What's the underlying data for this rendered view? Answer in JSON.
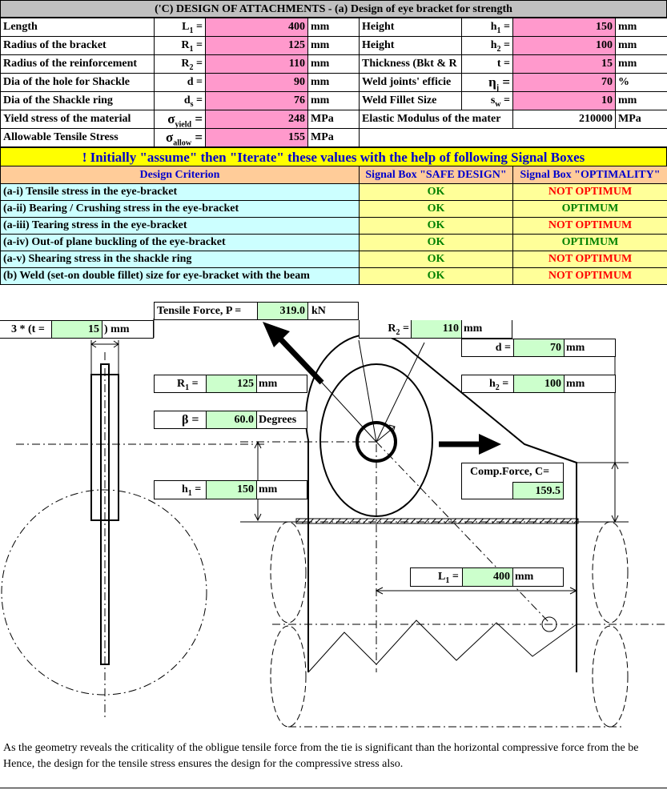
{
  "title": "('C) DESIGN OF ATTACHMENTS -   (a)  Design of eye bracket for strength",
  "inputs_left": [
    {
      "label": "Length",
      "sym": "L",
      "sub": "1",
      "eq": "=",
      "value": "400",
      "unit": "mm"
    },
    {
      "label": "Radius of the bracket",
      "sym": "R",
      "sub": "1",
      "eq": "=",
      "value": "125",
      "unit": "mm"
    },
    {
      "label": "Radius of the reinforcement",
      "sym": "R",
      "sub": "2",
      "eq": "=",
      "value": "110",
      "unit": "mm"
    },
    {
      "label": "Dia of the hole for Shackle",
      "sym": "d",
      "sub": "",
      "eq": "=",
      "value": "90",
      "unit": "mm"
    },
    {
      "label": "Dia of the Shackle ring",
      "sym": "d",
      "sub": "s",
      "eq": "=",
      "value": "76",
      "unit": "mm"
    },
    {
      "label": "Yield stress of the material",
      "sym": "σ",
      "sub": "yield",
      "eq": "=",
      "value": "248",
      "unit": "MPa"
    },
    {
      "label": "Allowable Tensile Stress",
      "sym": "σ",
      "sub": "allow",
      "eq": "=",
      "value": "155",
      "unit": "MPa"
    }
  ],
  "inputs_right": [
    {
      "label": "Height",
      "sym": "h",
      "sub": "1",
      "eq": "=",
      "value": "150",
      "unit": "mm"
    },
    {
      "label": "Height",
      "sym": "h",
      "sub": "2",
      "eq": "=",
      "value": "100",
      "unit": "mm"
    },
    {
      "label": "Thickness (Bkt & R",
      "sym": "t",
      "sub": "",
      "eq": "=",
      "value": "15",
      "unit": "mm"
    },
    {
      "label": "Weld joints' efficie",
      "sym": "η",
      "sub": "j",
      "eq": "=",
      "value": "70",
      "unit": "%"
    },
    {
      "label": "Weld Fillet Size",
      "sym": "s",
      "sub": "w",
      "eq": "=",
      "value": "10",
      "unit": "mm"
    },
    {
      "label": "Elastic Modulus of the mater",
      "sym": "",
      "sub": "",
      "eq": "",
      "value": "210000",
      "unit": "MPa"
    }
  ],
  "banner": "! Initially \"assume\" then \"Iterate\" these values with the help of following Signal Boxes",
  "criteria_header": {
    "criterion": "Design Criterion",
    "safe": "Signal Box \"SAFE DESIGN\"",
    "opt": "Signal Box \"OPTIMALITY\""
  },
  "criteria": [
    {
      "name": "(a-i) Tensile stress in the eye-bracket",
      "safe": "OK",
      "opt": "NOT OPTIMUM"
    },
    {
      "name": "(a-ii) Bearing / Crushing stress in the eye-bracket",
      "safe": "OK",
      "opt": "OPTIMUM"
    },
    {
      "name": "(a-iii) Tearing stress in the eye-bracket",
      "safe": "OK",
      "opt": "NOT OPTIMUM"
    },
    {
      "name": "(a-iv) Out-of plane buckling of the eye-bracket",
      "safe": "OK",
      "opt": "OPTIMUM"
    },
    {
      "name": "(a-v) Shearing stress in the shackle ring",
      "safe": "OK",
      "opt": "NOT OPTIMUM"
    },
    {
      "name": "(b) Weld (set-on double fillet) size for eye-bracket with the beam",
      "safe": "OK",
      "opt": "NOT OPTIMUM"
    }
  ],
  "diagram": {
    "tensile": {
      "label": "Tensile Force, P =",
      "value": "319.0",
      "unit": "kN"
    },
    "thk": {
      "label": "3 * (t =",
      "value": "15",
      "unit": ") mm"
    },
    "r2": {
      "label": "R",
      "sub": "2",
      "eq": "=",
      "value": "110",
      "unit": "mm"
    },
    "d": {
      "label": "d =",
      "value": "70",
      "unit": "mm"
    },
    "r1": {
      "label": "R",
      "sub": "1",
      "eq": "=",
      "value": "125",
      "unit": "mm"
    },
    "h2": {
      "label": "h",
      "sub": "2",
      "eq": "=",
      "value": "100",
      "unit": "mm"
    },
    "beta": {
      "label": "β =",
      "value": "60.0",
      "unit": "Degrees"
    },
    "comp": {
      "label": "Comp.Force, C=",
      "value": "159.5"
    },
    "h1": {
      "label": "h",
      "sub": "1",
      "eq": "=",
      "value": "150",
      "unit": "mm"
    },
    "l1": {
      "label": "L",
      "sub": "1",
      "eq": "=",
      "value": "400",
      "unit": "mm"
    }
  },
  "note": {
    "line1": "As the geometry reveals the criticality of the obligue tensile force from the tie is significant than the horizontal compressive force from the be",
    "line2": "Hence, the design for the tensile stress ensures the design for the compressive stress also."
  }
}
